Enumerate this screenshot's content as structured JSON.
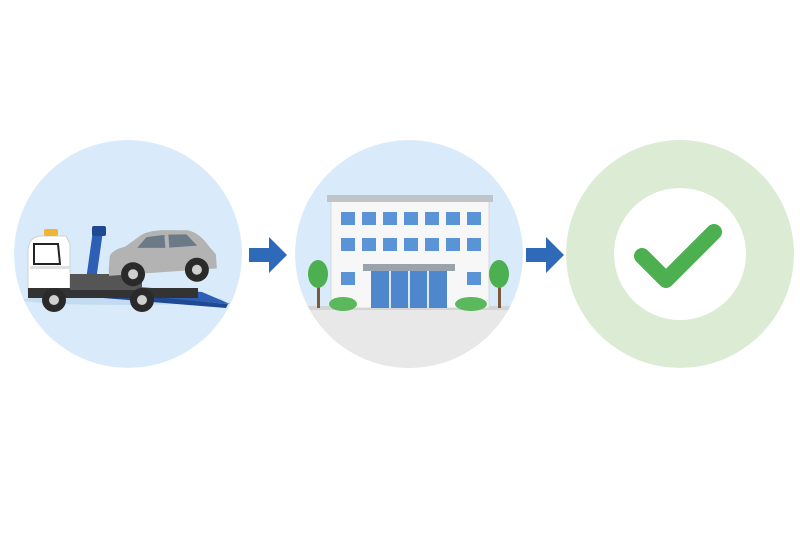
{
  "steps": [
    {
      "id": "tow",
      "icon": "tow-truck-with-car-icon"
    },
    {
      "id": "office",
      "icon": "office-building-icon"
    },
    {
      "id": "done",
      "icon": "checkmark-icon"
    }
  ],
  "connectors": [
    "arrow-right-icon",
    "arrow-right-icon"
  ],
  "colors": {
    "tow_circle": "#d9ebfa",
    "office_circle": "#d9ebfa",
    "done_ring": "#dcebd3",
    "check": "#4caf50",
    "arrow": "#2e6ab8",
    "truck_blue": "#2d5fb4",
    "car_gray": "#b3b3b3",
    "building_window": "#5a93d6",
    "ground": "#e8e8e8"
  }
}
